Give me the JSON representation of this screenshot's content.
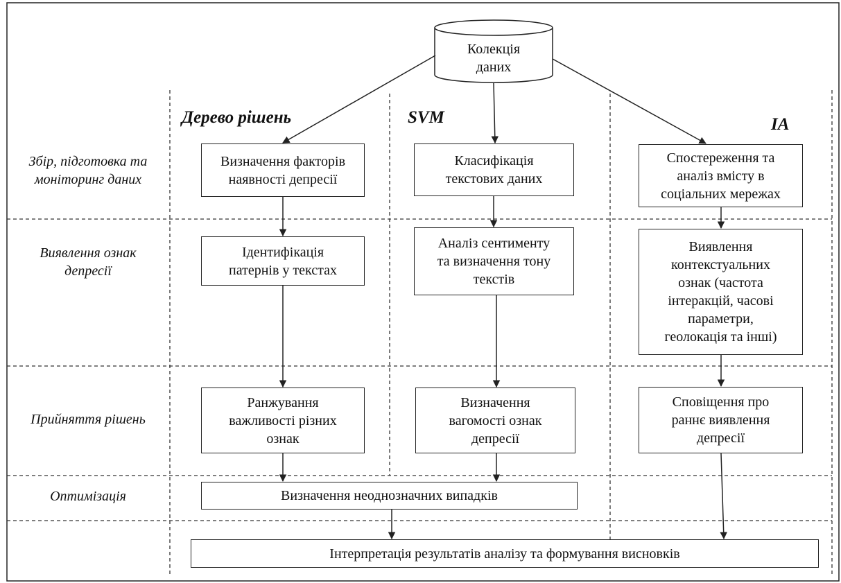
{
  "source": {
    "label": "Колекція\nданих"
  },
  "columns": [
    {
      "title": "Дерево рішень"
    },
    {
      "title": "SVM"
    },
    {
      "title": "IA"
    }
  ],
  "stages": [
    {
      "label": "Збір,  підготовка та\nмоніторинг даних"
    },
    {
      "label": "Виявлення ознак\nдепресії"
    },
    {
      "label": "Прийняття рішень"
    },
    {
      "label": "Оптимізація"
    }
  ],
  "boxes": {
    "dt1": "Визначення факторів\nнаявності депресії",
    "dt2": "Ідентифікація\nпатернів у текстах",
    "dt3": "Ранжування\nважливості різних\nознак",
    "svm1": "Класифікація\nтекстових даних",
    "svm2": "Аналіз сентименту\nта визначення тону\nтекстів",
    "svm3": "Визначення\nвагомості ознак\nдепресії",
    "ia1": "Спостереження та\nаналіз вмісту в\nсоціальних мережах",
    "ia2": "Виявлення\nконтекстуальних\nознак (частота\nінтеракцій, часові\nпараметри,\nгеолокація та інші)",
    "ia3": "Сповіщення про\nраннє виявлення\nдепресії",
    "opt": "Визначення неоднозначних випадків",
    "final": "Інтерпретація результатів аналізу та формування висновків"
  }
}
